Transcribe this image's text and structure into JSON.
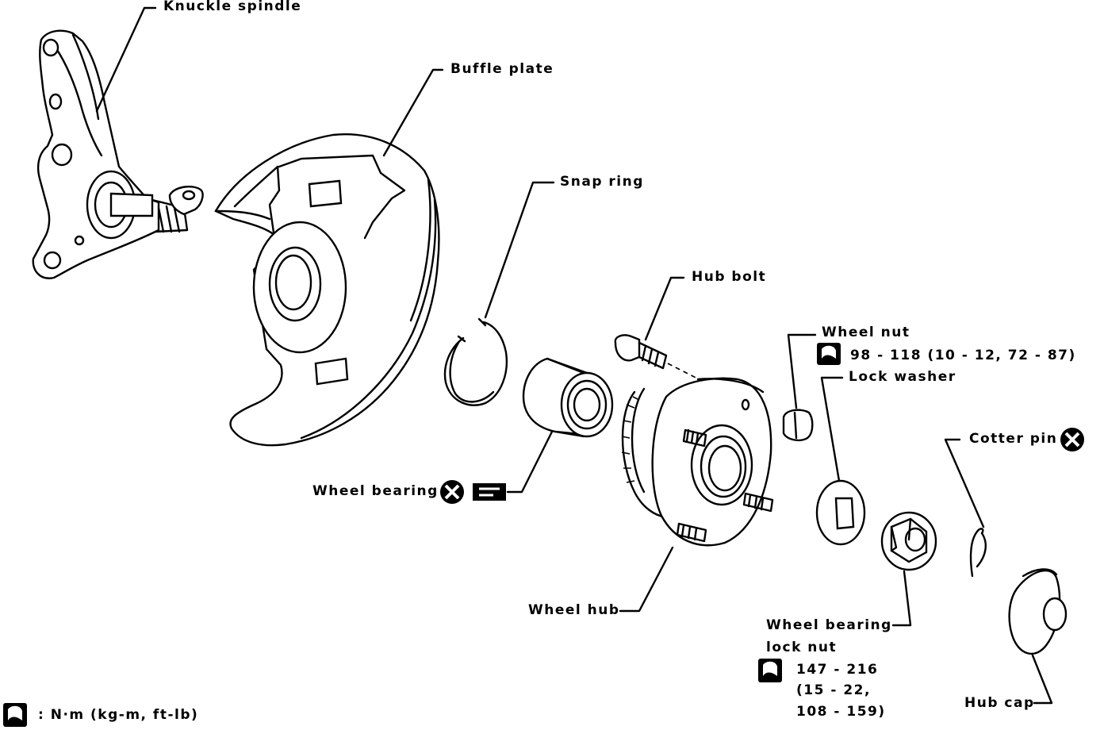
{
  "colors": {
    "ink": "#000000",
    "paper": "#ffffff"
  },
  "icons": {
    "torque": "torque-wrench-icon",
    "replace": "replace-x-icon",
    "grease": "grease-icon"
  },
  "labels": {
    "knuckle_spindle": "Knuckle spindle",
    "baffle_plate": "Buffle plate",
    "snap_ring": "Snap ring",
    "hub_bolt": "Hub bolt",
    "wheel_nut": "Wheel nut",
    "wheel_nut_torque": "98 - 118 (10 - 12, 72 - 87)",
    "lock_washer": "Lock washer",
    "cotter_pin": "Cotter pin",
    "wheel_bearing": "Wheel bearing",
    "wheel_hub": "Wheel hub",
    "wheel_bearing_lock_nut_1": "Wheel bearing",
    "wheel_bearing_lock_nut_2": "lock nut",
    "lock_nut_torque_1": "147 - 216",
    "lock_nut_torque_2": "(15 - 22,",
    "lock_nut_torque_3": "108 - 159)",
    "hub_cap": "Hub cap"
  },
  "legend": {
    "units": ":  N·m (kg-m, ft-lb)"
  }
}
